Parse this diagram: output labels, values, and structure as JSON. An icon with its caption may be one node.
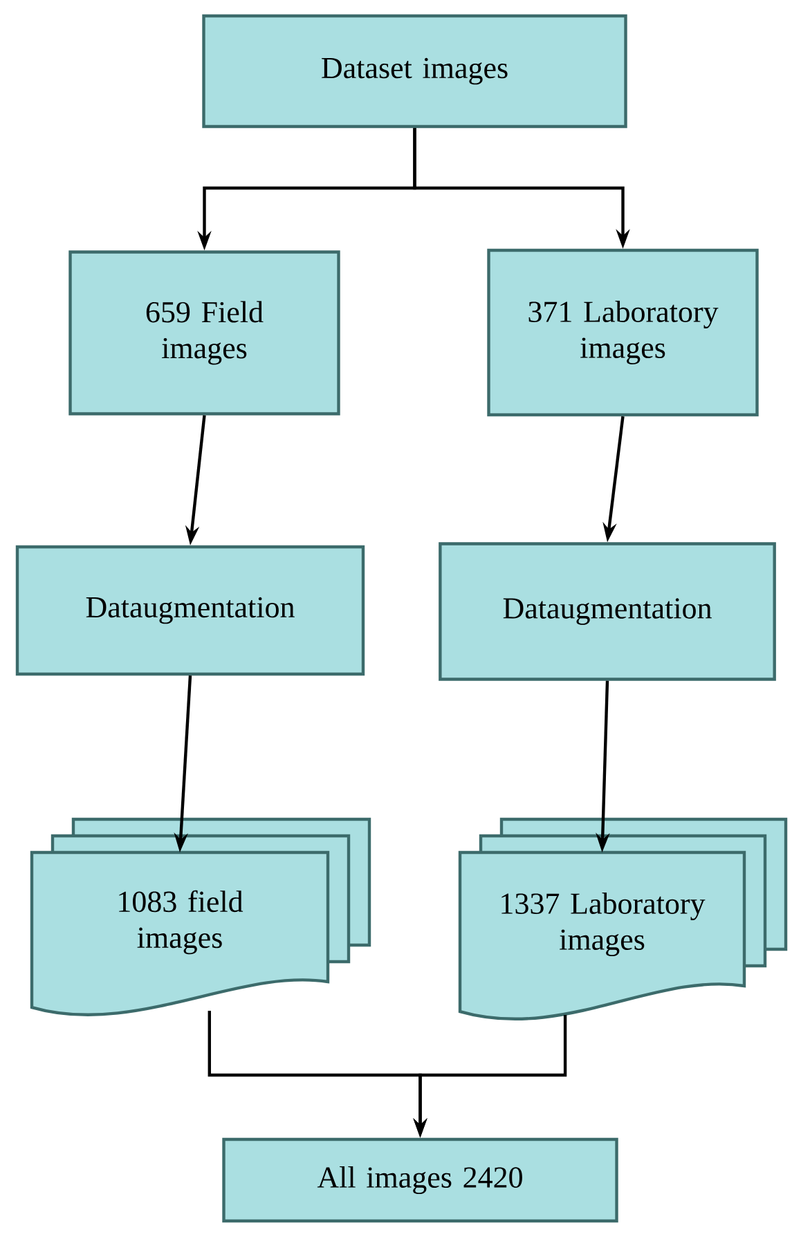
{
  "diagram": {
    "nodes": [
      {
        "text": [
          "Dataset images"
        ]
      },
      {
        "text": [
          "659 Field images"
        ]
      },
      {
        "text": [
          "371 Laboratory images"
        ]
      },
      {
        "text": [
          "Dataugmentation"
        ]
      },
      {
        "text": [
          "Dataugmentation"
        ]
      },
      {
        "text": [
          "1083 field images"
        ]
      },
      {
        "text": [
          "1337 Laboratory images"
        ]
      },
      {
        "text": [
          "All images  2420"
        ]
      }
    ],
    "edges": [
      {
        "from": 0,
        "to": 1,
        "arrow": "to"
      },
      {
        "from": 0,
        "to": 2,
        "arrow": "to"
      },
      {
        "from": 1,
        "to": 3,
        "arrow": "to"
      },
      {
        "from": 2,
        "to": 4,
        "arrow": "to"
      },
      {
        "from": 3,
        "to": 5,
        "arrow": "to"
      },
      {
        "from": 4,
        "to": 6,
        "arrow": "to"
      },
      {
        "from": 5,
        "to": 7,
        "arrow": "to"
      },
      {
        "from": 6,
        "to": 7,
        "arrow": "to"
      }
    ]
  }
}
